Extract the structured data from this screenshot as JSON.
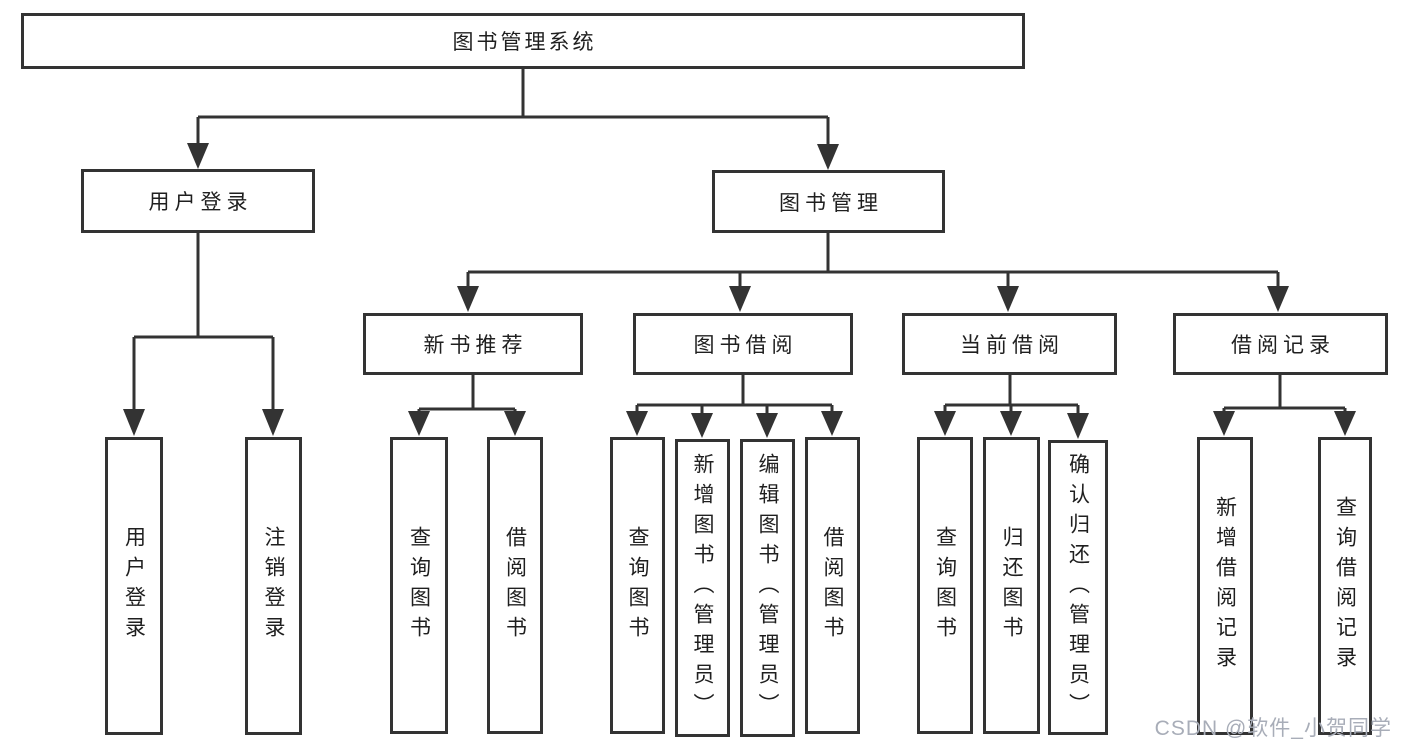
{
  "nodes": {
    "root": "图书管理系统",
    "user_login": "用户登录",
    "book_management": "图书管理",
    "new_book_recommend": "新书推荐",
    "book_borrowing": "图书借阅",
    "current_borrowing": "当前借阅",
    "borrowing_records": "借阅记录",
    "ul_user_login": "用户登录",
    "ul_logout": "注销登录",
    "nr_query_books": "查询图书",
    "nr_borrow_books": "借阅图书",
    "bb_query_books": "查询图书",
    "bb_add_books": "新增图书（管理员）",
    "bb_edit_books": "编辑图书（管理员）",
    "bb_borrow_books": "借阅图书",
    "cb_query_books": "查询图书",
    "cb_return_books": "归还图书",
    "cb_confirm_return": "确认归还（管理员）",
    "br_add_record": "新增借阅记录",
    "br_query_record": "查询借阅记录"
  },
  "hierarchy": {
    "图书管理系统": {
      "用户登录": [
        "用户登录",
        "注销登录"
      ],
      "图书管理": {
        "新书推荐": [
          "查询图书",
          "借阅图书"
        ],
        "图书借阅": [
          "查询图书",
          "新增图书（管理员）",
          "编辑图书（管理员）",
          "借阅图书"
        ],
        "当前借阅": [
          "查询图书",
          "归还图书",
          "确认归还（管理员）"
        ],
        "借阅记录": [
          "新增借阅记录",
          "查询借阅记录"
        ]
      }
    }
  },
  "watermark": "CSDN @软件_小贺同学",
  "colors": {
    "line": "#333333",
    "text": "#1f1f1f",
    "watermark": "#a8adb8",
    "background": "#ffffff"
  }
}
